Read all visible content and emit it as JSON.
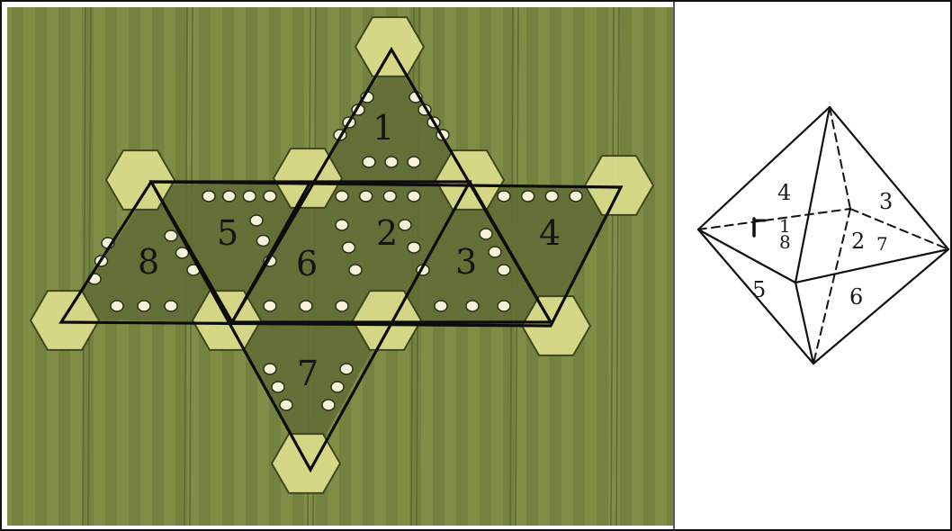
{
  "photo_panel": {
    "field_color": "#7c8a45",
    "field_color_dark": "#6a7838",
    "hexagon_color": "#d9dc8a",
    "figure_faces": [
      {
        "id": "face-1",
        "label": "1"
      },
      {
        "id": "face-2",
        "label": "2"
      },
      {
        "id": "face-3",
        "label": "3"
      },
      {
        "id": "face-4",
        "label": "4"
      },
      {
        "id": "face-5",
        "label": "5"
      },
      {
        "id": "face-6",
        "label": "6"
      },
      {
        "id": "face-7",
        "label": "7"
      },
      {
        "id": "face-8",
        "label": "8"
      }
    ]
  },
  "octahedron_panel": {
    "face_labels": [
      {
        "id": "oct-face-4",
        "label": "4"
      },
      {
        "id": "oct-face-3",
        "label": "3"
      },
      {
        "id": "oct-face-1",
        "label": "1"
      },
      {
        "id": "oct-face-8",
        "label": "8"
      },
      {
        "id": "oct-face-2",
        "label": "2"
      },
      {
        "id": "oct-face-7",
        "label": "7"
      },
      {
        "id": "oct-face-5",
        "label": "5"
      },
      {
        "id": "oct-face-6",
        "label": "6"
      }
    ]
  }
}
